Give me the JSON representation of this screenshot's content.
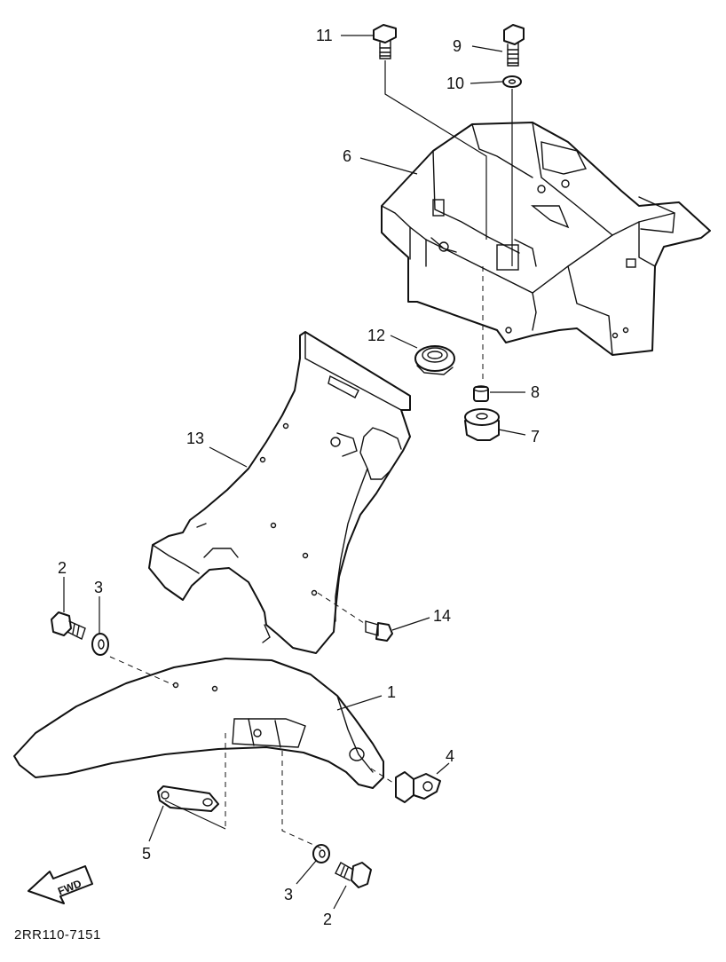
{
  "callouts": {
    "c1": "1",
    "c2a": "2",
    "c2b": "2",
    "c3a": "3",
    "c3b": "3",
    "c4": "4",
    "c5": "5",
    "c6": "6",
    "c7": "7",
    "c8": "8",
    "c9": "9",
    "c10": "10",
    "c11": "11",
    "c12": "12",
    "c13": "13",
    "c14": "14"
  },
  "direction_badge": "FWD",
  "diagram_code": "2RR110-7151"
}
